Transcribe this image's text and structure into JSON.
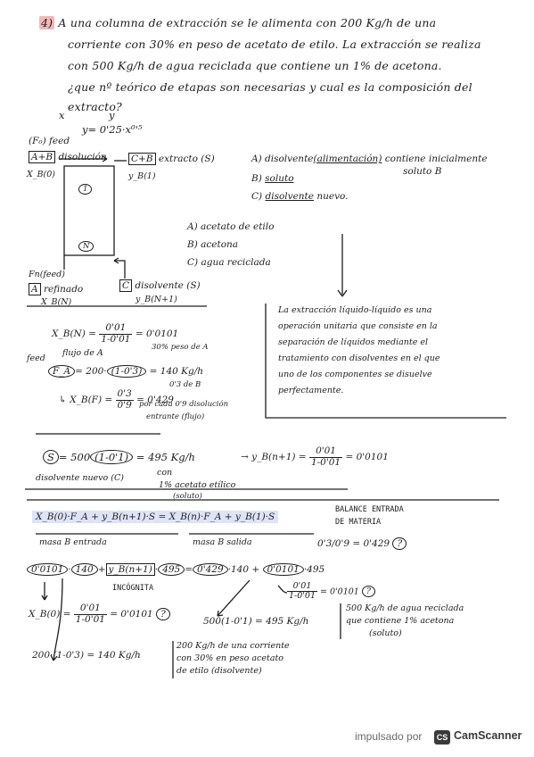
{
  "problem": {
    "number": "4)",
    "line1": "A una columna de extracción se le alimenta con 200 Kg/h de una",
    "line2": "corriente con 30% en peso de acetato de etilo. La extracción se realiza",
    "line3": "con 500 Kg/h de agua reciclada que contiene un 1% de acetona.",
    "line4": "¿que nº teórico de etapas son necesarias y cual es la composición del",
    "line5": "extracto?"
  },
  "diagram": {
    "x_label": "x",
    "y_label": "y",
    "equation": "y= 0'25·x⁰'⁵",
    "feed_label": "(F₀) feed",
    "feed_box": "A+B",
    "feed_text": "disolución",
    "extract_box": "C+B",
    "extract_text": "extracto (S)",
    "xb0": "X_B(0)",
    "y1": "y_B(1)",
    "stage_1": "1",
    "stage_n": "N",
    "raffinate_feed": "Fn(feed)",
    "raffinate_box": "A",
    "raffinate_text": "refinado",
    "xbn": "X_B(N)",
    "solvent_box": "C",
    "solvent_text": "disolvente (S)",
    "yn1": "y_B(N+1)"
  },
  "legend_right": {
    "a_prefix": "A) disolvente",
    "a_underlined": "(alimentación)",
    "a_suffix": "contiene inicialmente",
    "a_line2": "soluto B",
    "b_prefix": "B)",
    "b_underlined": "soluto",
    "c_prefix": "C)",
    "c_underlined": "disolvente",
    "c_suffix": "nuevo."
  },
  "components": {
    "a": "A) acetato de etilo",
    "b": "B) acetona",
    "c": "C) agua reciclada"
  },
  "definition": {
    "l1": "La extracción líquido-líquido es una",
    "l2": "operación unitaria que consiste en la",
    "l3": "separación de líquidos mediante el",
    "l4": "tratamiento con disolventes en el que",
    "l5": "uno de los componentes se disuelve",
    "l6": "perfectamente."
  },
  "calc": {
    "xbn_lhs": "X_B(N) =",
    "xbn_num": "0'01",
    "xbn_den": "1-0'01",
    "xbn_res": "= 0'0101",
    "feed_note": "feed",
    "flujo_a": "flujo de A",
    "pct_a": "30% peso de A",
    "fa_label": "F_A",
    "fa_eq": "= 200·",
    "fa_paren": "(1-0'3)",
    "fa_res": "= 140 Kg/h",
    "b_note": "0'3 de B",
    "xbf_lhs": "↳ X_B(F) =",
    "xbf_num": "0'3",
    "xbf_den": "0'9",
    "xbf_res": "= 0'429",
    "xbf_note1": "por cada 0'9 disolución",
    "xbf_note2": "entrante (flujo)",
    "s_label": "S",
    "s_eq": "= 500",
    "s_paren": "(1-0'1)",
    "s_res": "= 495 Kg/h",
    "ybn1": "→ y_B(n+1) =",
    "ybn1_num": "0'01",
    "ybn1_den": "1-0'01",
    "ybn1_res": "= 0'0101",
    "solvent_new": "disolvente nuevo (C)",
    "con": "con",
    "con_note1": "1% acetato etílico",
    "con_note2": "(soluto)"
  },
  "balance": {
    "equation": "X_B(0)·F_A + y_B(n+1)·S = X_B(n)·F_A + y_B(1)·S",
    "title1": "BALANCE ENTRADA",
    "title2": "DE MATERIA",
    "masa_entrada": "masa B entrada",
    "masa_salida": "masa B salida",
    "ratio": "0'3/0'9 = 0'429",
    "q": "?",
    "v1": "0'0101",
    "v2": "140",
    "v3": "y_B(n+1)",
    "v4": "495",
    "v5": "0'429",
    "v6": "140",
    "v7": "0'0101",
    "v8": "495",
    "incognita": "INCÓGNITA",
    "frac_num": "0'01",
    "frac_den": "1-0'01",
    "frac_res": "= 0'0101",
    "xb0_lhs": "X_B(0) =",
    "xb0_num": "0'01",
    "xb0_den": "1-0'01",
    "xb0_res": "= 0'0101",
    "s500": "500(1-0'1) = 495 Kg/h",
    "s500_n1": "500 Kg/h de agua reciclada",
    "s500_n2": "que contiene 1% acetona",
    "s500_n3": "(soluto)",
    "f200": "200·(1-0'3) = 140 Kg/h",
    "f200_n1": "200 Kg/h de una corriente",
    "f200_n2": "con 30% en peso acetato",
    "f200_n3": "de etilo (disolvente)"
  },
  "footer": {
    "powered": "impulsado por",
    "logo": "CS",
    "brand": "CamScanner"
  }
}
